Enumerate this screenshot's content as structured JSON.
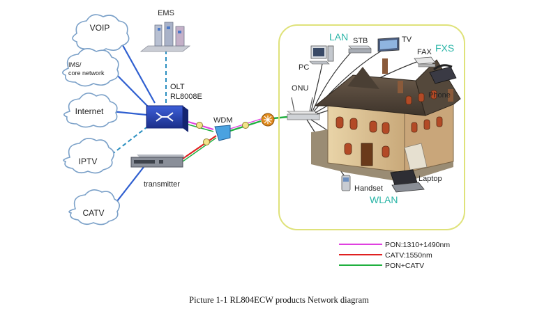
{
  "clouds": {
    "voip": "VOIP",
    "ims_line1": "IMS/",
    "ims_line2": "core network",
    "internet": "Internet",
    "iptv": "IPTV",
    "catv": "CATV"
  },
  "devices": {
    "ems": "EMS",
    "olt_line1": "OLT",
    "olt_line2": "RL8008E",
    "wdm": "WDM",
    "transmitter": "transmitter",
    "onu": "ONU",
    "pc": "PC",
    "stb": "STB",
    "tv": "TV",
    "fax": "FAX",
    "phone": "Phone",
    "handset": "Handset",
    "laptop": "Laptop"
  },
  "zones": {
    "lan": "LAN",
    "fxs": "FXS",
    "wlan": "WLAN"
  },
  "legend": [
    {
      "label": "PON:1310+1490nm",
      "color": "#e040e0"
    },
    {
      "label": "CATV:1550nm",
      "color": "#e02020"
    },
    {
      "label": "PON+CATV",
      "color": "#20b040"
    }
  ],
  "caption": "Picture 1-1 RL804ECW products Network diagram",
  "colors": {
    "blue_link": "#2f5fd0",
    "dashed_link": "#2a8fc0",
    "home_border": "#dfe27a",
    "teal_label": "#28b4a6"
  }
}
